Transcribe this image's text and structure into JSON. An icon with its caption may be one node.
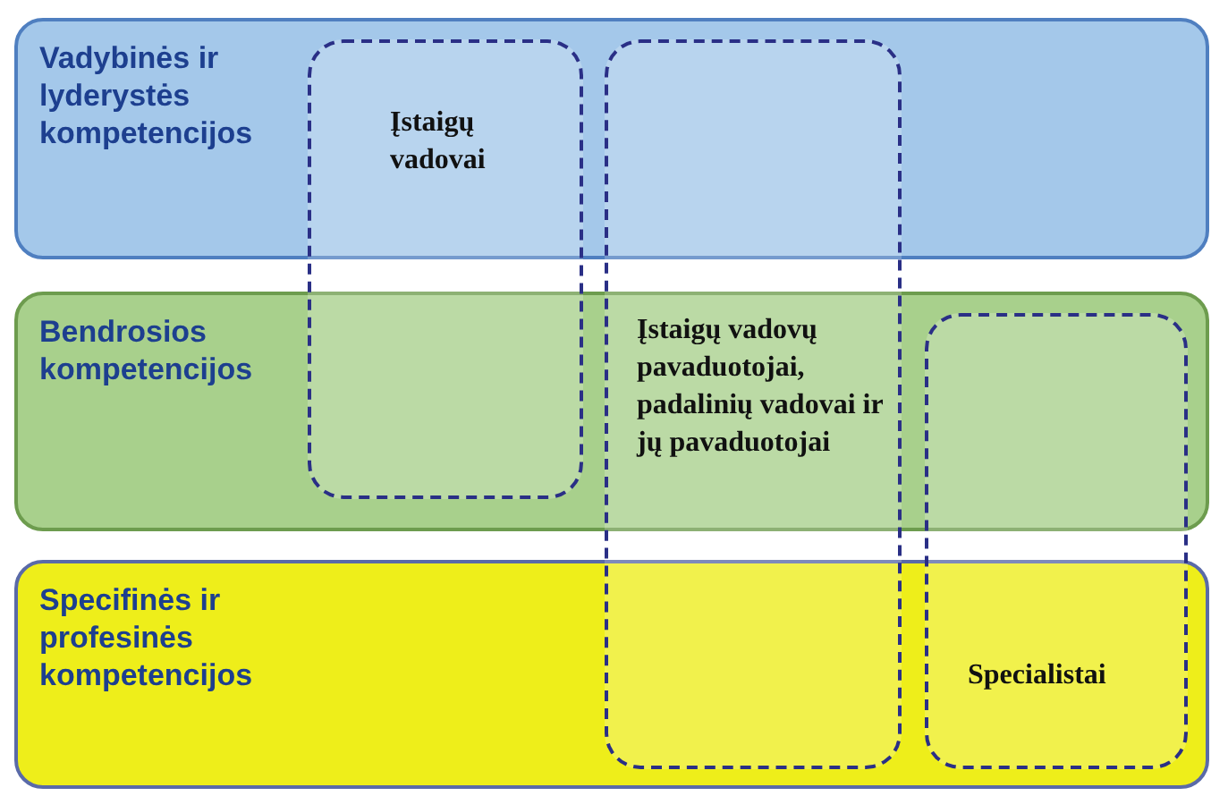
{
  "diagram": {
    "nodes": [
      {
        "text": [
          "Vadybinės ir lyderystės kompetencijos"
        ]
      },
      {
        "text": [
          "Bendrosios kompetencijos"
        ]
      },
      {
        "text": [
          "Specifinės ir profesinės kompetencijos"
        ]
      },
      {
        "text": [
          "Įstaigų vadovai"
        ]
      },
      {
        "text": [
          "Įstaigų vadovų pavaduotojai, padalinių vadovai ir jų pavaduotojai"
        ]
      },
      {
        "text": [
          "Specialistai"
        ]
      }
    ],
    "edges": []
  }
}
